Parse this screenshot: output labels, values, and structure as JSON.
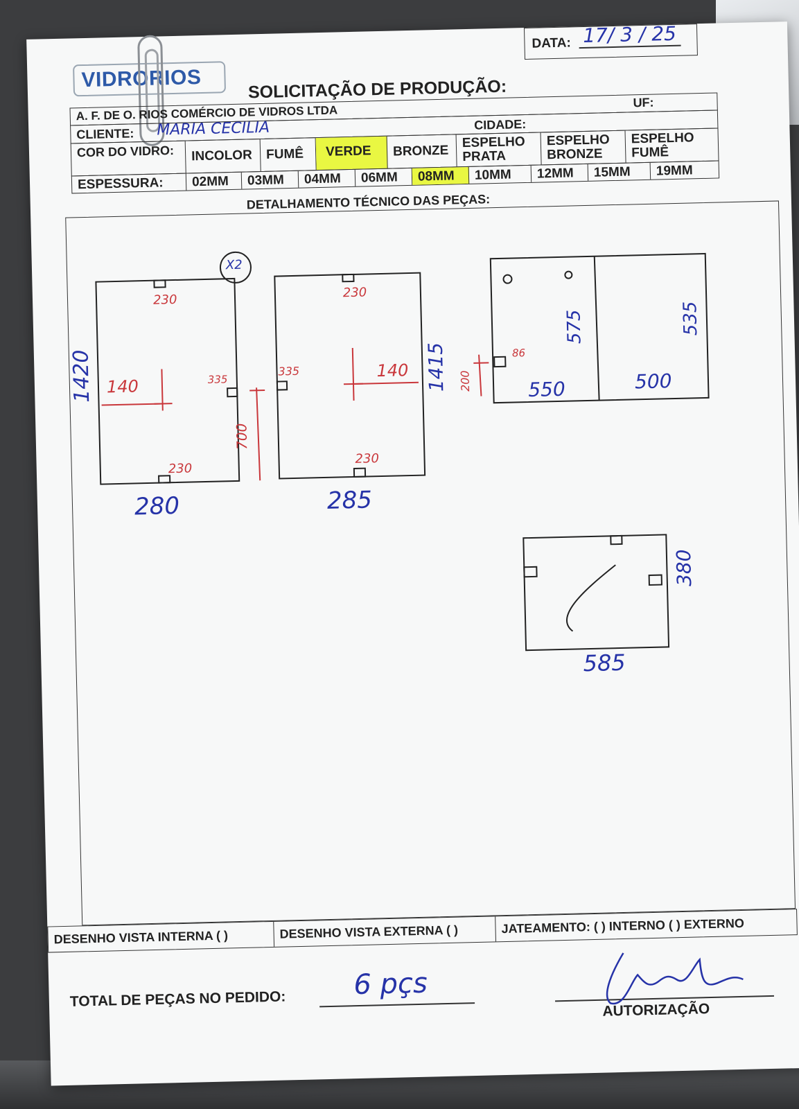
{
  "header": {
    "logo_text": "VIDRORIOS",
    "date_label": "DATA:",
    "date_value": "17/ 3 / 25",
    "title": "SOLICITAÇÃO DE PRODUÇÃO:",
    "company": "A. F. DE O. RIOS COMÉRCIO DE VIDROS LTDA",
    "uf_label": "UF:",
    "client_label": "CLIENTE:",
    "client_value": "MARIA CECILIA",
    "city_label": "CIDADE:"
  },
  "glass_color": {
    "label": "COR DO VIDRO:",
    "options": [
      "INCOLOR",
      "FUMÊ",
      "VERDE",
      "BRONZE",
      "ESPELHO PRATA",
      "ESPELHO BRONZE",
      "ESPELHO FUMÊ"
    ],
    "selected": "VERDE"
  },
  "thickness": {
    "label": "ESPESSURA:",
    "options": [
      "02MM",
      "03MM",
      "04MM",
      "06MM",
      "08MM",
      "10MM",
      "12MM",
      "15MM",
      "19MM"
    ],
    "selected": "08MM"
  },
  "section_title": "DETALHAMENTO TÉCNICO DAS PEÇAS:",
  "drawings": {
    "piece1": {
      "qty_mark": "X2",
      "height": "1420",
      "width": "280",
      "top_mark": "230",
      "bottom_mark": "230",
      "side_mark": "335",
      "hole_x": "140",
      "hole_y": "700"
    },
    "piece2": {
      "height": "1415",
      "width": "285",
      "top_mark": "230",
      "bottom_mark": "230",
      "side_mark": "335",
      "hole_x": "140"
    },
    "piece3": {
      "height_left": "575",
      "height_right": "535",
      "width_left": "550",
      "width_right": "500",
      "side_mark": "200",
      "small_mark": "86"
    },
    "piece4": {
      "height": "380",
      "width": "585"
    }
  },
  "footer": {
    "internal_view": "DESENHO VISTA INTERNA ( )",
    "external_view": "DESENHO VISTA EXTERNA ( )",
    "sandblasting": "JATEAMENTO: ( ) INTERNO ( ) EXTERNO",
    "total_label": "TOTAL DE PEÇAS NO PEDIDO:",
    "total_value": "6 pçs",
    "authorization_label": "AUTORIZAÇÃO"
  }
}
